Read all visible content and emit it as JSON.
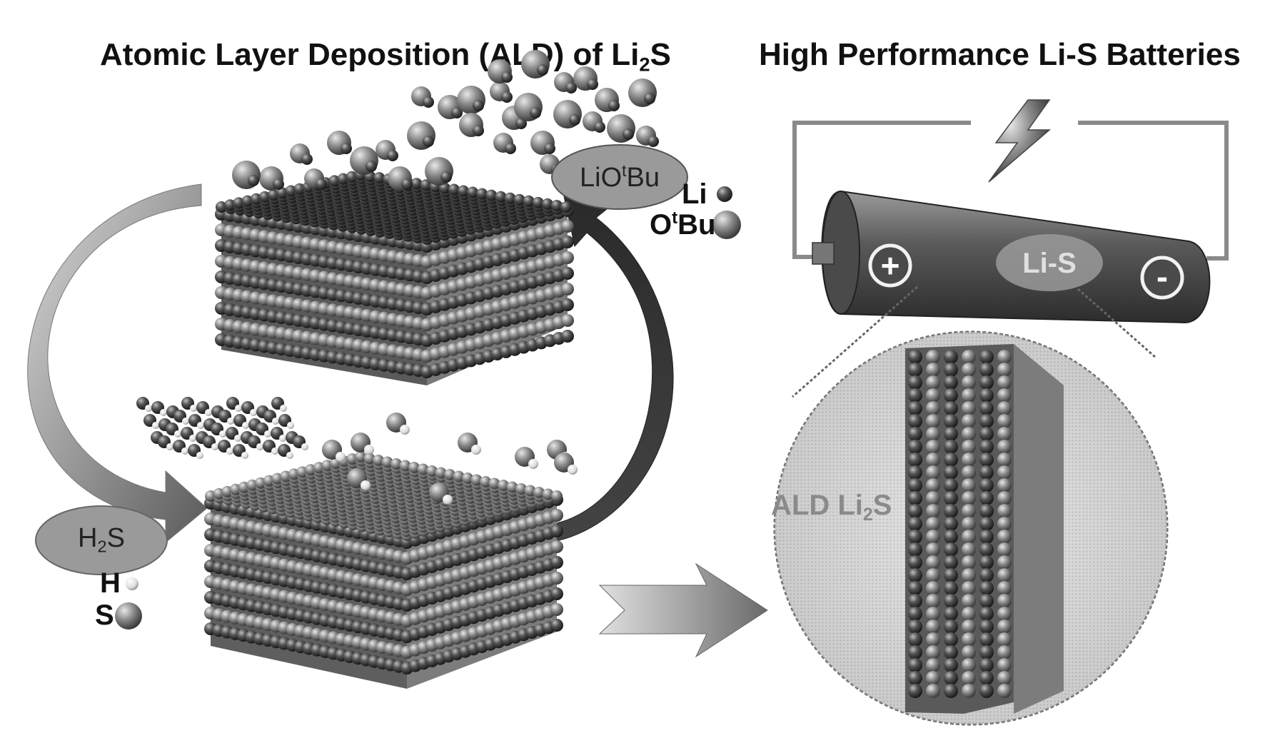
{
  "titles": {
    "left_prefix": "Atomic Layer Deposition (ALD) of Li",
    "left_sub": "2",
    "left_suffix": "S",
    "right": "High Performance Li-S Batteries"
  },
  "precursor_top": {
    "oval_main": "LiO",
    "oval_sup": "t",
    "oval_end": "Bu",
    "legend_li": "Li",
    "legend_obu_main": "O",
    "legend_obu_sup": "t",
    "legend_obu_end": "Bu"
  },
  "precursor_bottom": {
    "oval_pre": "H",
    "oval_sub": "2",
    "oval_end": "S",
    "legend_h": "H",
    "legend_s": "S"
  },
  "battery": {
    "plus": "+",
    "minus": "-",
    "label": "Li-S"
  },
  "zoom": {
    "label_pre": "ALD Li",
    "label_sub": "2",
    "label_end": "S"
  },
  "colors": {
    "sphere_dark": "#3a3a3a",
    "sphere_mid": "#7a7a7a",
    "sphere_light": "#e6e6e6",
    "arrow": "#6a6a6a",
    "circuit": "#8a8a8a"
  }
}
